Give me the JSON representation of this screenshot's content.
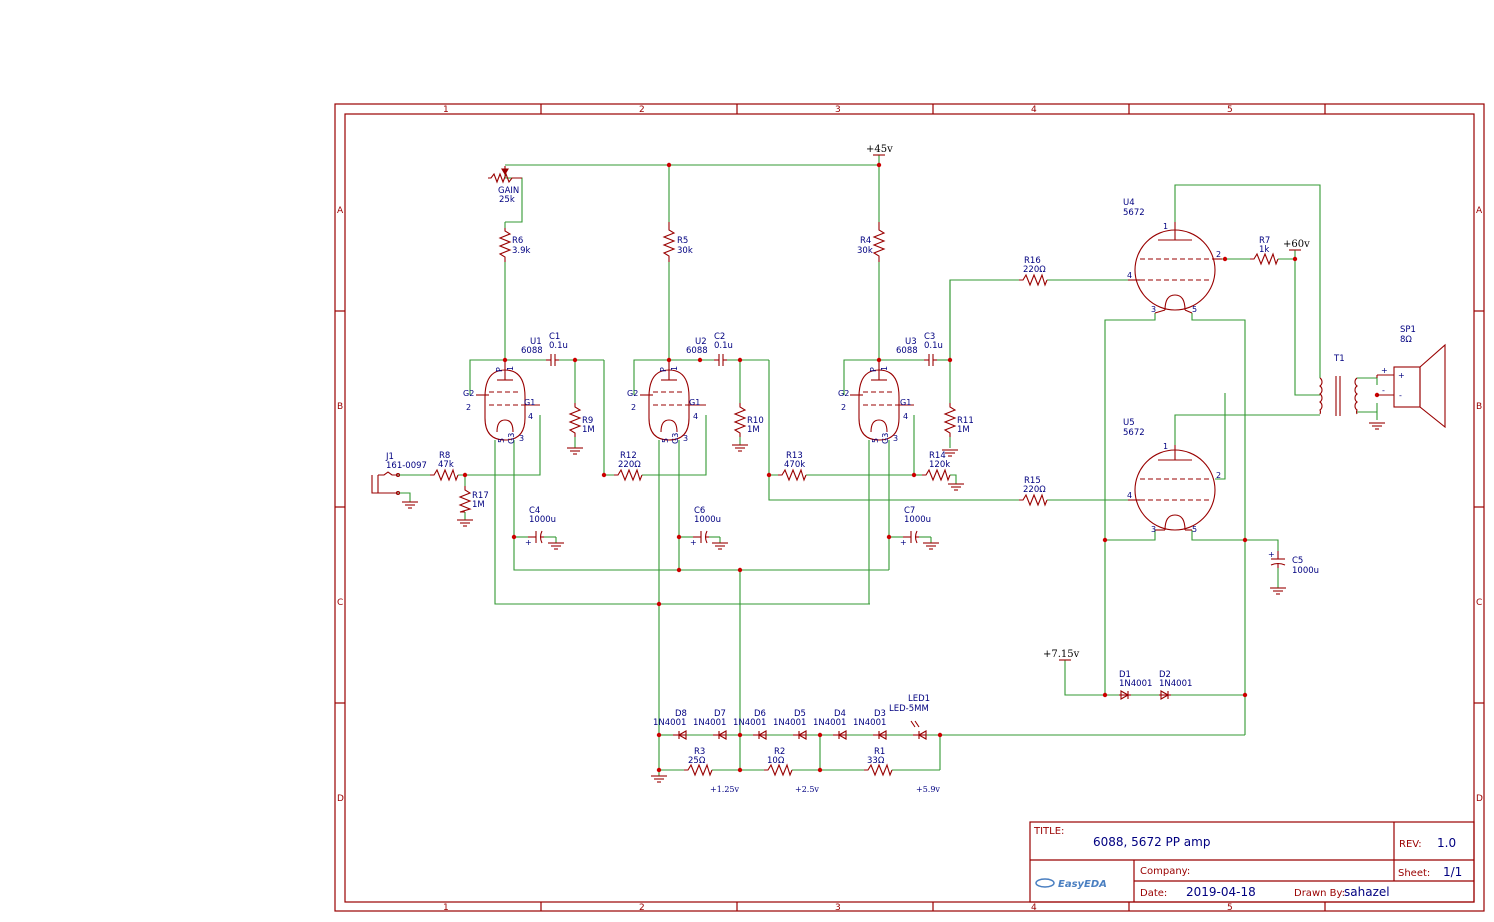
{
  "title_block": {
    "title_label": "TITLE:",
    "title": "6088, 5672 PP amp",
    "rev_label": "REV:",
    "rev": "1.0",
    "company_label": "Company:",
    "company": "",
    "sheet_label": "Sheet:",
    "sheet": "1/1",
    "date_label": "Date:",
    "date": "2019-04-18",
    "drawn_label": "Drawn By:",
    "drawn_by": "sahazel",
    "logo": "EasyEDA"
  },
  "frame": {
    "columns": [
      "1",
      "2",
      "3",
      "4",
      "5"
    ],
    "rows": [
      "A",
      "B",
      "C",
      "D"
    ]
  },
  "nets": {
    "v45": "+45v",
    "v60": "+60v",
    "v715": "+7.15v",
    "v125": "+1.25v",
    "v25": "+2.5v",
    "v59": "+5.9v"
  },
  "components": {
    "gain": {
      "ref": "GAIN",
      "value": "25k"
    },
    "r6": {
      "ref": "R6",
      "value": "3.9k"
    },
    "r5": {
      "ref": "R5",
      "value": "30k"
    },
    "r4": {
      "ref": "R4",
      "value": "30k"
    },
    "u1": {
      "ref": "U1",
      "value": "6088"
    },
    "u2": {
      "ref": "U2",
      "value": "6088"
    },
    "u3": {
      "ref": "U3",
      "value": "6088"
    },
    "u4": {
      "ref": "U4",
      "value": "5672"
    },
    "u5": {
      "ref": "U5",
      "value": "5672"
    },
    "c1": {
      "ref": "C1",
      "value": "0.1u"
    },
    "c2": {
      "ref": "C2",
      "value": "0.1u"
    },
    "c3": {
      "ref": "C3",
      "value": "0.1u"
    },
    "r9": {
      "ref": "R9",
      "value": "1M"
    },
    "r10": {
      "ref": "R10",
      "value": "1M"
    },
    "r11": {
      "ref": "R11",
      "value": "1M"
    },
    "j1": {
      "ref": "J1",
      "value": "161-0097"
    },
    "r8": {
      "ref": "R8",
      "value": "47k"
    },
    "r17": {
      "ref": "R17",
      "value": "1M"
    },
    "r12": {
      "ref": "R12",
      "value": "220Ω"
    },
    "r13": {
      "ref": "R13",
      "value": "470k"
    },
    "r14": {
      "ref": "R14",
      "value": "120k"
    },
    "r15": {
      "ref": "R15",
      "value": "220Ω"
    },
    "r16": {
      "ref": "R16",
      "value": "220Ω"
    },
    "r7": {
      "ref": "R7",
      "value": "1k"
    },
    "c4": {
      "ref": "C4",
      "value": "1000u"
    },
    "c6": {
      "ref": "C6",
      "value": "1000u"
    },
    "c7": {
      "ref": "C7",
      "value": "1000u"
    },
    "c5": {
      "ref": "C5",
      "value": "1000u"
    },
    "t1": {
      "ref": "T1"
    },
    "sp1": {
      "ref": "SP1",
      "value": "8Ω"
    },
    "d1": {
      "ref": "D1",
      "value": "1N4001"
    },
    "d2": {
      "ref": "D2",
      "value": "1N4001"
    },
    "d3": {
      "ref": "D3",
      "value": "1N4001"
    },
    "d4": {
      "ref": "D4",
      "value": "1N4001"
    },
    "d5": {
      "ref": "D5",
      "value": "1N4001"
    },
    "d6": {
      "ref": "D6",
      "value": "1N4001"
    },
    "d7": {
      "ref": "D7",
      "value": "1N4001"
    },
    "d8": {
      "ref": "D8",
      "value": "1N4001"
    },
    "led1": {
      "ref": "LED1",
      "value": "LED-5MM"
    },
    "r1": {
      "ref": "R1",
      "value": "33Ω"
    },
    "r2": {
      "ref": "R2",
      "value": "10Ω"
    },
    "r3": {
      "ref": "R3",
      "value": "25Ω"
    }
  },
  "pins": {
    "p": "P",
    "g1": "G1",
    "g2": "G2",
    "g3": "G3",
    "n1": "1",
    "n2": "2",
    "n3": "3",
    "n4": "4",
    "n5": "5",
    "plus": "+",
    "minus": "-"
  }
}
